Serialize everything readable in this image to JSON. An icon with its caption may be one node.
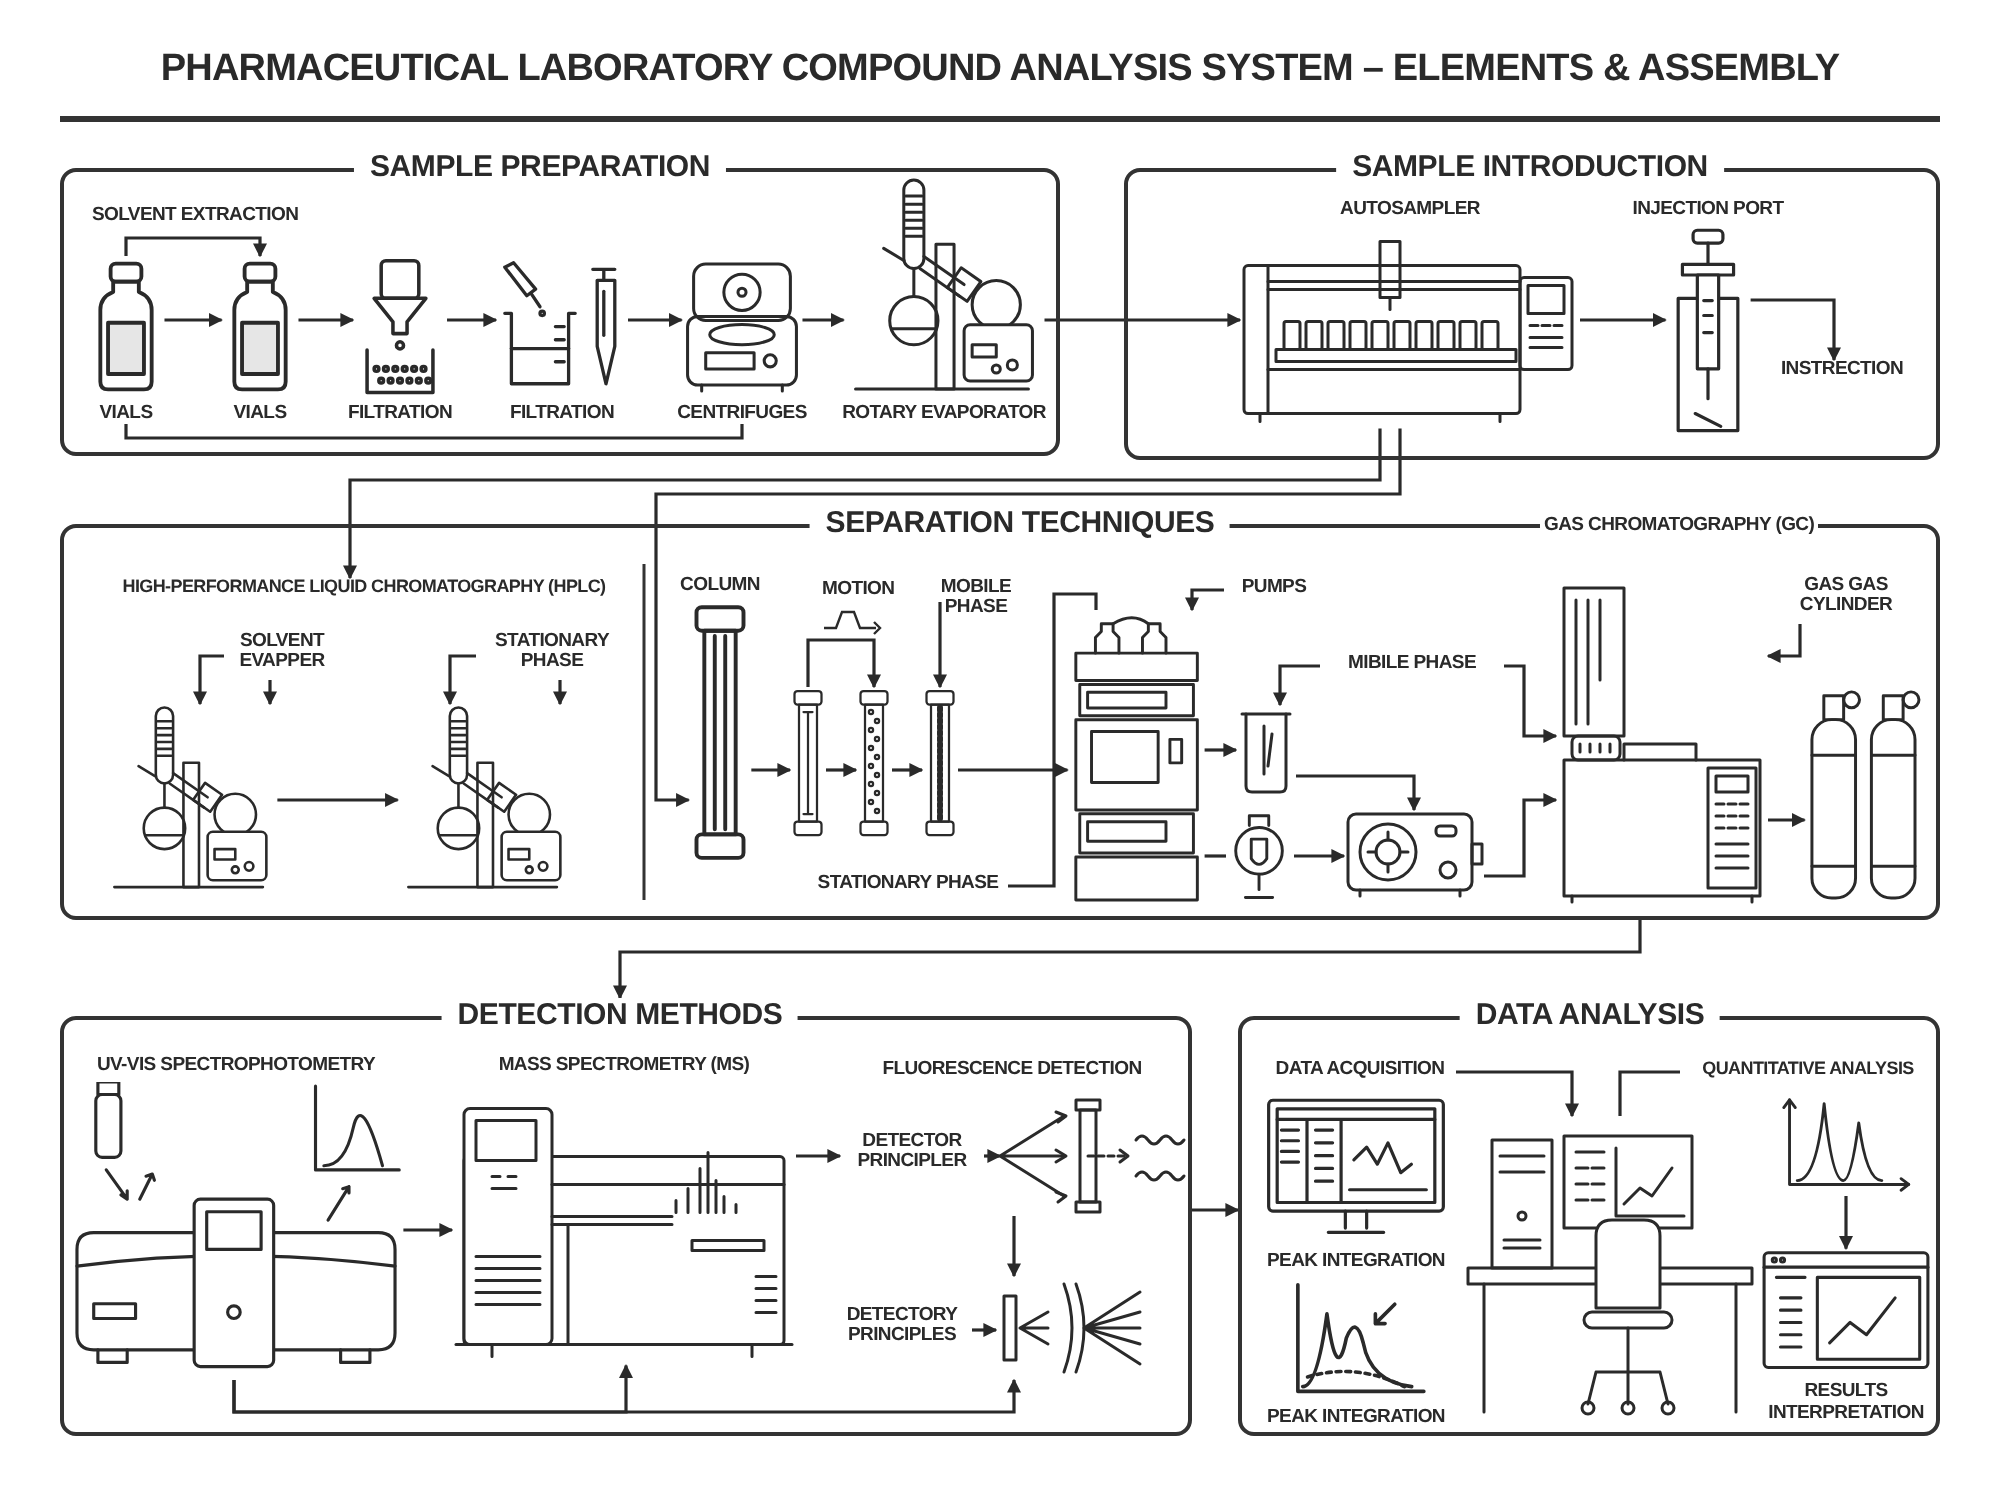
{
  "diagram": {
    "title": "PHARMACEUTICAL LABORATORY COMPOUND ANALYSIS SYSTEM – ELEMENTS & ASSEMBLY",
    "nodes": [
      {
        "text": [
          "SAMPLE PREPARATION"
        ]
      },
      {
        "text": [
          "VIALS"
        ],
        "in": 0
      },
      {
        "text": [
          "VIALS"
        ],
        "in": 0
      },
      {
        "text": [
          "FILTRATION"
        ],
        "in": 0
      },
      {
        "text": [
          "FILTRATION"
        ],
        "in": 0
      },
      {
        "text": [
          "CENTRIFUGES"
        ],
        "in": 0
      },
      {
        "text": [
          "ROTARY EVAPORATOR"
        ],
        "in": 0
      },
      {
        "text": [
          "SAMPLE INTRODUCTION"
        ]
      },
      {
        "text": [
          "AUTOSAMPLER"
        ],
        "in": 7
      },
      {
        "text": [
          "INJECTION PORT"
        ],
        "in": 7
      },
      {
        "text": [
          "INSTRECTION"
        ],
        "in": 7
      },
      {
        "text": [
          "SEPARATION TECHNIQUES"
        ]
      },
      {
        "text": [
          "HIGH-PERFORMANCE LIQUID CHROMATOGRAPHY (HPLC)"
        ],
        "in": 11
      },
      {
        "text": [],
        "shape": "picture",
        "in": 11
      },
      {
        "text": [],
        "shape": "picture",
        "in": 11
      },
      {
        "text": [
          "SOLVENT EVAPPER"
        ],
        "in": 11
      },
      {
        "text": [
          "STATIONARY PHASE"
        ],
        "in": 11
      },
      {
        "text": [
          "COLUMN"
        ],
        "in": 11
      },
      {
        "text": [],
        "shape": "picture",
        "in": 11
      },
      {
        "text": [],
        "shape": "picture",
        "in": 11
      },
      {
        "text": [],
        "shape": "picture",
        "in": 11
      },
      {
        "text": [
          "MOBILE PHASE"
        ],
        "in": 11
      },
      {
        "text": [
          "STATIONARY PHASE"
        ],
        "in": 11
      },
      {
        "text": [],
        "shape": "picture",
        "in": 11
      },
      {
        "text": [
          "PUMPS"
        ],
        "in": 11
      },
      {
        "text": [],
        "shape": "picture",
        "in": 11
      },
      {
        "text": [
          "MIBILE PHASE"
        ],
        "in": 11
      },
      {
        "text": [],
        "shape": "picture",
        "in": 11
      },
      {
        "text": [],
        "shape": "picture",
        "in": 11
      },
      {
        "text": [],
        "shape": "picture",
        "in": 11
      },
      {
        "text": [
          "GAS GAS CYLINDER"
        ],
        "in": 11
      },
      {
        "text": [],
        "shape": "picture",
        "in": 11
      },
      {
        "text": [
          "DETECTION METHODS"
        ]
      },
      {
        "text": [
          "UV-VIS SPECTROPHOTOMETRY"
        ],
        "in": 32
      },
      {
        "text": [
          "MASS SPECTROMETRY (MS)"
        ],
        "in": 32
      },
      {
        "text": [
          "FLUORESCENCE DETECTION"
        ],
        "in": 32
      },
      {
        "text": [
          "DETECTOR PRINCIPLER"
        ],
        "in": 32
      },
      {
        "text": [],
        "shape": "picture",
        "in": 32
      },
      {
        "text": [
          "DETECTORY PRINCIPLES"
        ],
        "in": 32
      },
      {
        "text": [],
        "shape": "picture",
        "in": 32
      },
      {
        "text": [
          "DATA ANALYSIS"
        ]
      },
      {
        "text": [
          "DATA ACQUISITION"
        ],
        "in": 40
      },
      {
        "text": [
          "PEAK INTEGRATION"
        ],
        "in": 40
      },
      {
        "text": [
          "PEAK INTEGRATION"
        ],
        "in": 40
      },
      {
        "text": [
          "QUANTITATIVE ANALYSIS"
        ],
        "in": 40
      },
      {
        "text": [],
        "shape": "picture",
        "in": 40
      },
      {
        "text": [],
        "shape": "picture",
        "in": 40
      },
      {
        "text": [
          "RESULTS INTERPRETATION"
        ],
        "in": 40
      }
    ],
    "edges": [
      {
        "from": 1,
        "to": 2,
        "arrow": "to",
        "label": "SOLVENT EXTRACTION"
      },
      {
        "from": 1,
        "to": 2,
        "arrow": "to"
      },
      {
        "from": 2,
        "to": 3,
        "arrow": "to"
      },
      {
        "from": 3,
        "to": 4,
        "arrow": "to"
      },
      {
        "from": 4,
        "to": 5,
        "arrow": "to"
      },
      {
        "from": 5,
        "to": 6,
        "arrow": "to"
      },
      {
        "from": 1,
        "to": 5,
        "arrow": "none"
      },
      {
        "from": 6,
        "to": 8,
        "arrow": "to"
      },
      {
        "from": 8,
        "to": 9,
        "arrow": "to"
      },
      {
        "from": 9,
        "to": 10,
        "arrow": "to"
      },
      {
        "from": 8,
        "to": 12,
        "arrow": "to"
      },
      {
        "from": 8,
        "to": 17,
        "arrow": "to"
      },
      {
        "from": 13,
        "to": 14,
        "arrow": "to"
      },
      {
        "from": 15,
        "to": 13,
        "arrow": "to"
      },
      {
        "from": 15,
        "to": 13,
        "arrow": "to"
      },
      {
        "from": 16,
        "to": 14,
        "arrow": "to"
      },
      {
        "from": 16,
        "to": 14,
        "arrow": "to"
      },
      {
        "from": 17,
        "to": 18,
        "arrow": "to"
      },
      {
        "from": 18,
        "to": 19,
        "arrow": "to"
      },
      {
        "from": 19,
        "to": 20,
        "arrow": "to"
      },
      {
        "from": 18,
        "to": 19,
        "arrow": "to"
      },
      {
        "from": 21,
        "to": 20,
        "arrow": "to"
      },
      {
        "from": 20,
        "to": 23,
        "arrow": "to"
      },
      {
        "from": 22,
        "to": 23,
        "arrow": "none"
      },
      {
        "from": 24,
        "to": 23,
        "arrow": "to"
      },
      {
        "from": 23,
        "to": 25,
        "arrow": "to"
      },
      {
        "from": 23,
        "to": 27,
        "arrow": "none"
      },
      {
        "from": 26,
        "to": 25,
        "arrow": "to"
      },
      {
        "from": 26,
        "to": 29,
        "arrow": "to"
      },
      {
        "from": 27,
        "to": 28,
        "arrow": "to"
      },
      {
        "from": 25,
        "to": 28,
        "arrow": "to"
      },
      {
        "from": 28,
        "to": 29,
        "arrow": "to"
      },
      {
        "from": 30,
        "to": 29,
        "arrow": "to"
      },
      {
        "from": 29,
        "to": 31,
        "arrow": "to"
      },
      {
        "from": 11,
        "to": 32,
        "arrow": "to"
      },
      {
        "from": 33,
        "to": 34,
        "arrow": "to"
      },
      {
        "from": 34,
        "to": 36,
        "arrow": "to"
      },
      {
        "from": 36,
        "to": 37,
        "arrow": "to"
      },
      {
        "from": 37,
        "to": 39,
        "arrow": "to"
      },
      {
        "from": 38,
        "to": 39,
        "arrow": "to"
      },
      {
        "from": 33,
        "to": 34,
        "arrow": "to"
      },
      {
        "from": 33,
        "to": 39,
        "arrow": "to"
      },
      {
        "from": 32,
        "to": 40,
        "arrow": "to"
      },
      {
        "from": 41,
        "to": 45,
        "arrow": "to"
      },
      {
        "from": 44,
        "to": 45,
        "arrow": "none"
      },
      {
        "from": 46,
        "to": 47,
        "arrow": "to"
      }
    ],
    "labels": [
      "MOTION",
      "GAS CHROMATOGRAPHY (GC)"
    ]
  }
}
